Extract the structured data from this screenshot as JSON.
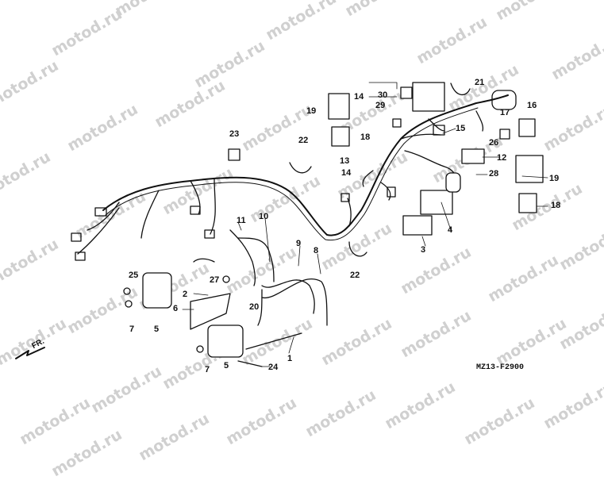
{
  "watermark": "motod.ru",
  "diagram_code": "MZ13-F2900",
  "front_marker": "FR.",
  "callouts": [
    {
      "id": "c1",
      "text": "1"
    },
    {
      "id": "c2",
      "text": "2"
    },
    {
      "id": "c3",
      "text": "3"
    },
    {
      "id": "c4",
      "text": "4"
    },
    {
      "id": "c5a",
      "text": "5"
    },
    {
      "id": "c5b",
      "text": "5"
    },
    {
      "id": "c6",
      "text": "6"
    },
    {
      "id": "c7a",
      "text": "7"
    },
    {
      "id": "c7b",
      "text": "7"
    },
    {
      "id": "c8",
      "text": "8"
    },
    {
      "id": "c9",
      "text": "9"
    },
    {
      "id": "c10",
      "text": "10"
    },
    {
      "id": "c11",
      "text": "11"
    },
    {
      "id": "c12",
      "text": "12"
    },
    {
      "id": "c13",
      "text": "13"
    },
    {
      "id": "c14a",
      "text": "14"
    },
    {
      "id": "c14b",
      "text": "14"
    },
    {
      "id": "c15",
      "text": "15"
    },
    {
      "id": "c16",
      "text": "16"
    },
    {
      "id": "c17",
      "text": "17"
    },
    {
      "id": "c18a",
      "text": "18"
    },
    {
      "id": "c18b",
      "text": "18"
    },
    {
      "id": "c19a",
      "text": "19"
    },
    {
      "id": "c19b",
      "text": "19"
    },
    {
      "id": "c20",
      "text": "20"
    },
    {
      "id": "c21",
      "text": "21"
    },
    {
      "id": "c22a",
      "text": "22"
    },
    {
      "id": "c22b",
      "text": "22"
    },
    {
      "id": "c23",
      "text": "23"
    },
    {
      "id": "c24",
      "text": "24"
    },
    {
      "id": "c25",
      "text": "25"
    },
    {
      "id": "c26",
      "text": "26"
    },
    {
      "id": "c27",
      "text": "27"
    },
    {
      "id": "c28",
      "text": "28"
    },
    {
      "id": "c29",
      "text": "29"
    },
    {
      "id": "c30",
      "text": "30"
    }
  ]
}
